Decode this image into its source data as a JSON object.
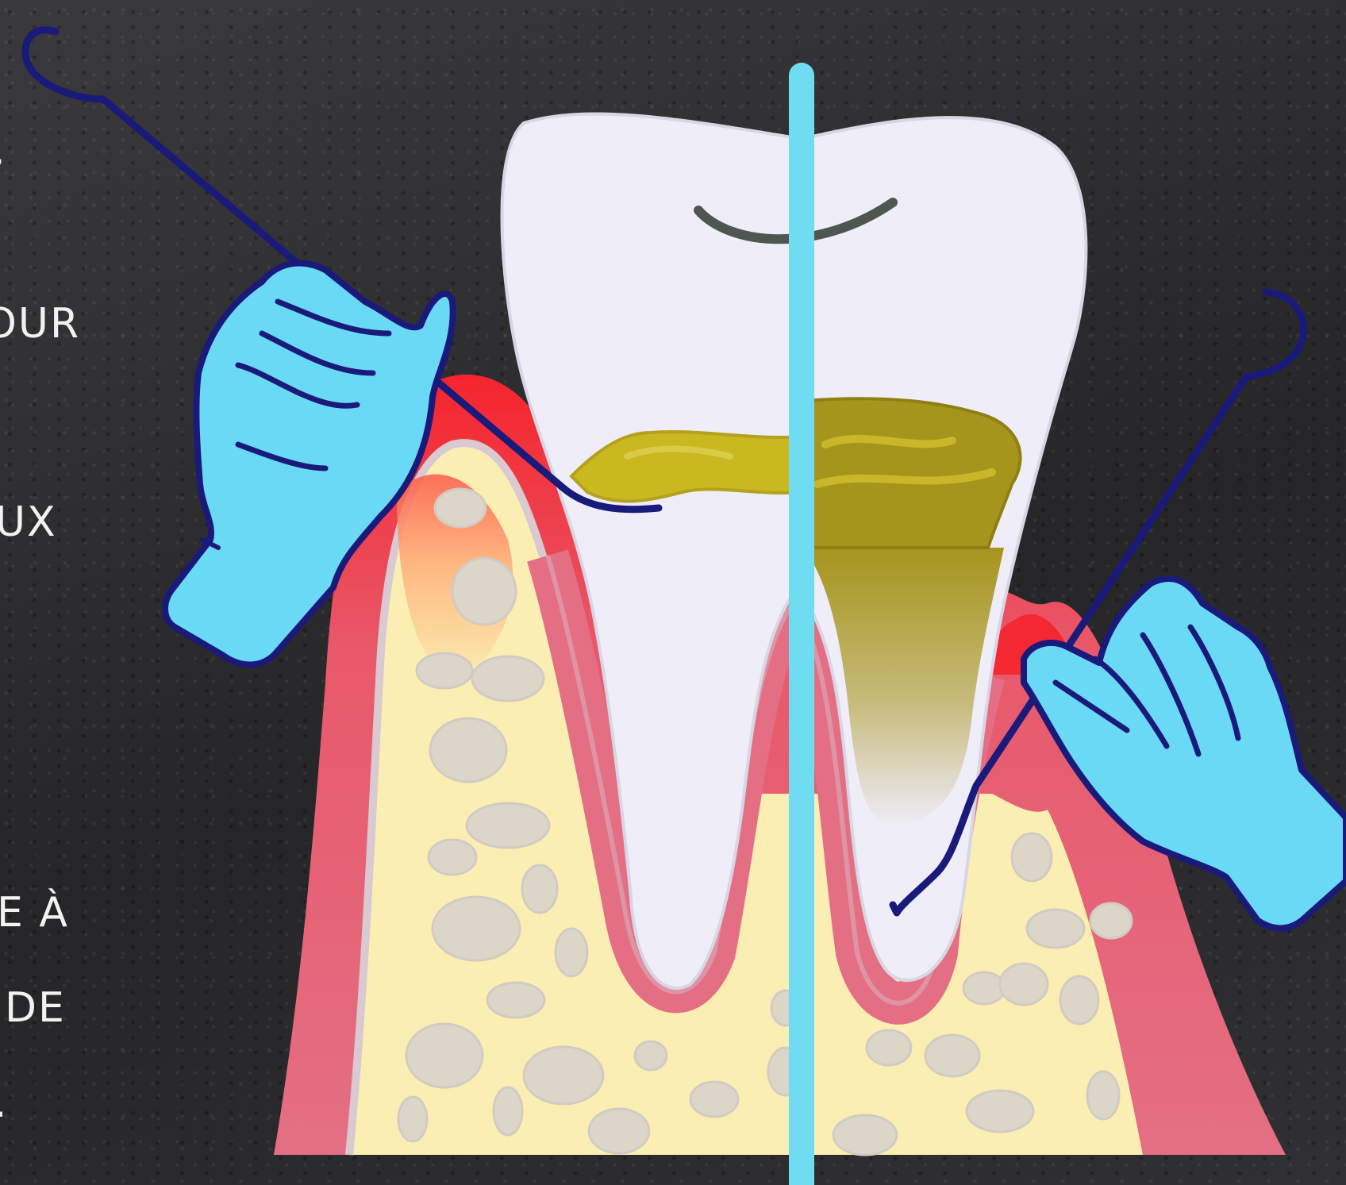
{
  "side_text": {
    "fragments": [
      ",",
      "OUR",
      "UX",
      "E À",
      "DE",
      "."
    ]
  },
  "colors": {
    "background": "#2b2b2e",
    "gum": "#e46f84",
    "gum_inflamed": "#f5242c",
    "bone": "#fbeeb2",
    "tooth": "#efedf8",
    "tartar": "#b3a21e",
    "glove": "#6ad9f5",
    "instrument": "#1a1a7a",
    "divider": "#70dcf2"
  },
  "icons": [
    "dental-scaler-icon",
    "gloved-hand-icon",
    "tooth-icon"
  ]
}
